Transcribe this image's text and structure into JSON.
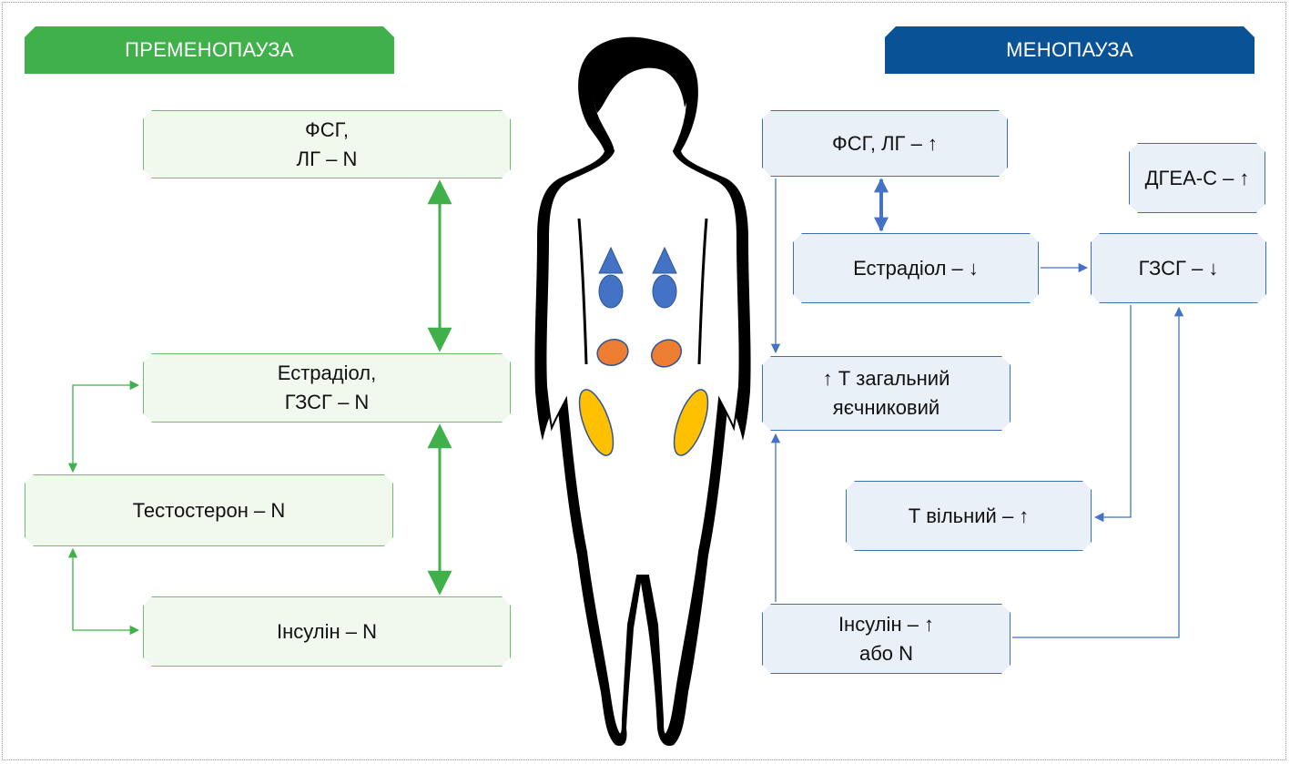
{
  "premenopause": {
    "title": "ПРЕМЕНОПАУЗА",
    "accent": "#3fb04a",
    "boxes": {
      "fsh_lh": [
        "ФСГ,",
        "ЛГ – N"
      ],
      "estradiol_shbg": [
        "Естрадіол,",
        "ГЗСГ – N"
      ],
      "testosterone": [
        "Тестостерон – N"
      ],
      "insulin": [
        "Інсулін – N"
      ]
    }
  },
  "menopause": {
    "title": "МЕНОПАУЗА",
    "accent": "#0a5296",
    "boxes": {
      "fsh_lh": [
        "ФСГ, ЛГ – ↑"
      ],
      "dhea_s": [
        "ДГЕА-С – ↑"
      ],
      "estradiol": [
        "Естрадіол – ↓"
      ],
      "shbg": [
        "ГЗСГ – ↓"
      ],
      "t_total": [
        "↑ Т загальний",
        "яєчниковий"
      ],
      "t_free": [
        "Т вільний – ↑"
      ],
      "insulin": [
        "Інсулін – ↑",
        "або N"
      ]
    }
  },
  "figure": {
    "body_marker_colors": {
      "upper": "#4472c4",
      "middle": "#ed7d31",
      "lower": "#ffc000"
    }
  }
}
